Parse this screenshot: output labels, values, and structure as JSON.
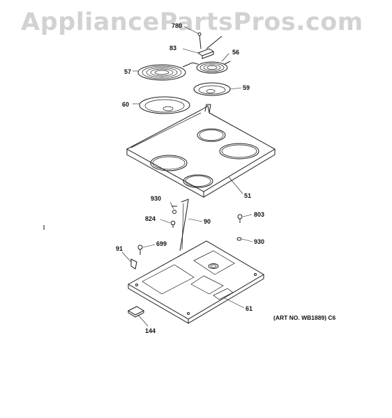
{
  "watermark": "AppliancePartsPros.com",
  "art_number": "(ART NO. WB1889) C6",
  "parts": {
    "p780": "780",
    "p83": "83",
    "p56": "56",
    "p57": "57",
    "p59": "59",
    "p60": "60",
    "p51": "51",
    "p930a": "930",
    "p824": "824",
    "p90": "90",
    "p803": "803",
    "p930b": "930",
    "p91": "91",
    "p699": "699",
    "p61": "61",
    "p144": "144"
  }
}
